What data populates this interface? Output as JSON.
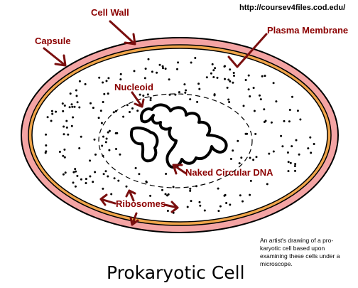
{
  "source_url": "http://coursev4files.cod.edu/",
  "title": "Prokaryotic Cell",
  "labels": {
    "cell_wall": "Cell Wall",
    "capsule": "Capsule",
    "plasma_membrane": "Plasma Membrane",
    "nucleoid": "Nucleoid",
    "naked_circular_dna": "Naked Circular DNA",
    "ribosomes": "Ribosomes"
  },
  "caption_lines": [
    "An artist's drawing of a pro-",
    "karyotic cell based upon",
    "examining these cells under a",
    "microscope."
  ],
  "colors": {
    "capsule": "#f4a4a4",
    "cell_wall": "#f0a54a",
    "label_red": "#8b0000",
    "arrow": "#7a0f0f"
  }
}
